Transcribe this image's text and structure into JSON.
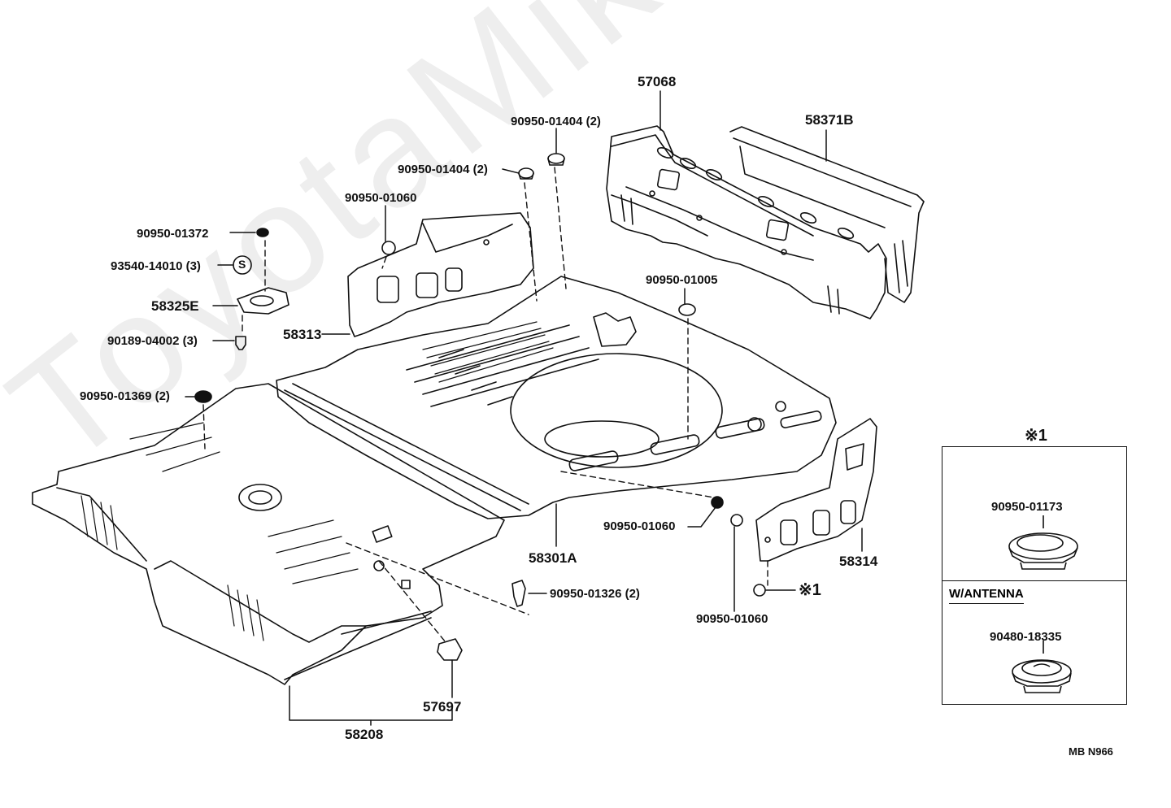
{
  "watermark": "ToyotaMike.ru",
  "diagram_code": "MB N966",
  "parts": {
    "p57068": "57068",
    "p58371B": "58371B",
    "p90950_01404_a": "90950-01404 (2)",
    "p90950_01404_b": "90950-01404 (2)",
    "p90950_01060_top": "90950-01060",
    "p90950_01372": "90950-01372",
    "p93540_14010": "93540-14010 (3)",
    "p58325E": "58325E",
    "p90189_04002": "90189-04002 (3)",
    "p58313": "58313",
    "p90950_01005": "90950-01005",
    "p90950_01369": "90950-01369 (2)",
    "p90950_01060_mid": "90950-01060",
    "p58301A": "58301A",
    "p90950_01326": "90950-01326 (2)",
    "p58314": "58314",
    "p_ref1": "※1",
    "p90950_01060_low": "90950-01060",
    "p57697": "57697",
    "p58208": "58208"
  },
  "inset": {
    "title": "※1",
    "part_top": "90950-01173",
    "subheading": "W/ANTENNA",
    "part_bottom": "90480-18335"
  },
  "symbols": {
    "standard_part_mark": "S"
  }
}
